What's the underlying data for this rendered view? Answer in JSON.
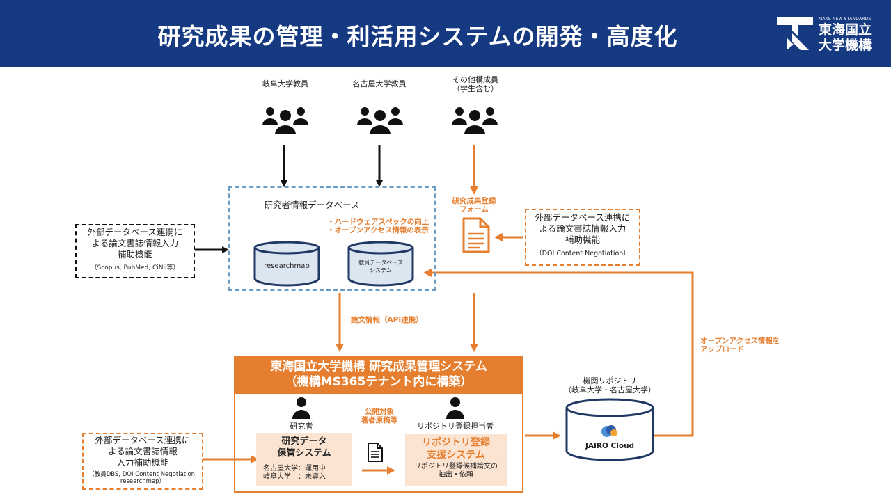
{
  "header": {
    "title": "研究成果の管理・利活用システムの開発・高度化",
    "logo_tagline": "MAKE NEW STANDARDS.",
    "logo_name_line1": "東海国立",
    "logo_name_line2": "大学機構"
  },
  "users": [
    {
      "label": "岐阜大学教員",
      "icon": "people-group-icon"
    },
    {
      "label": "名古屋大学教員",
      "icon": "people-group-icon"
    },
    {
      "label_line1": "その他構成員",
      "label_line2": "（学生含む）",
      "icon": "people-group-icon"
    }
  ],
  "researcher_db": {
    "title": "研究者情報データベース",
    "notes": [
      "・ハードウェアスペックの向上",
      "・オープンアクセス情報の表示"
    ],
    "db_researchmap": "researchmap",
    "db_faculty_line1": "教員データベース",
    "db_faculty_line2": "システム"
  },
  "form": {
    "label_line1": "研究成果登録",
    "label_line2": "フォーム",
    "icon": "document-icon"
  },
  "ext_left_top": {
    "line1": "外部データベース連携に",
    "line2": "よる論文書誌情報入力",
    "line3": "補助機能",
    "note": "（Scopus, PubMed, CiNii等）"
  },
  "ext_right_top": {
    "line1": "外部データベース連携に",
    "line2": "よる論文書誌情報入力",
    "line3": "補助機能",
    "note": "（DOI Content Negotiation）"
  },
  "ext_left_bottom": {
    "line1": "外部データベース連携に",
    "line2": "よる論文書誌情報",
    "line3": "入力補助機能",
    "note_line1": "（教員DBS, DOI Content Negotiation,",
    "note_line2": "researchmap）"
  },
  "flow_labels": {
    "api": "論文情報（API連携）",
    "open_access_line1": "オープンアクセス情報を",
    "open_access_line2": "アップロード",
    "public_line1": "公開対象",
    "public_line2": "著者原稿等"
  },
  "mgmt_system": {
    "title_line1": "東海国立大学機構 研究成果管理システム",
    "title_line2": "（機構MS365テナント内に構築）",
    "researcher_label": "研究者",
    "storage_line1": "研究データ",
    "storage_line2": "保管システム",
    "status_line1": "名古屋大学：運用中",
    "status_line2": "岐阜大学　：未導入",
    "repo_staff_label": "リポジトリ登録担当者",
    "support_line1": "リポジトリ登録",
    "support_line2": "支援システム",
    "support_desc_line1": "リポジトリ登録候補論文の",
    "support_desc_line2": "抽出・依頼"
  },
  "repository": {
    "label_line1": "機関リポジトリ",
    "label_line2": "（岐阜大学・名古屋大学）",
    "db_name": "JAIRO Cloud"
  },
  "colors": {
    "navy": "#163A82",
    "orange": "#E57E2E",
    "blue_dash": "#6A9CC8",
    "db_fill": "#DCE6F1",
    "db_stroke": "#1F3864",
    "peach": "#FCE4D2"
  }
}
